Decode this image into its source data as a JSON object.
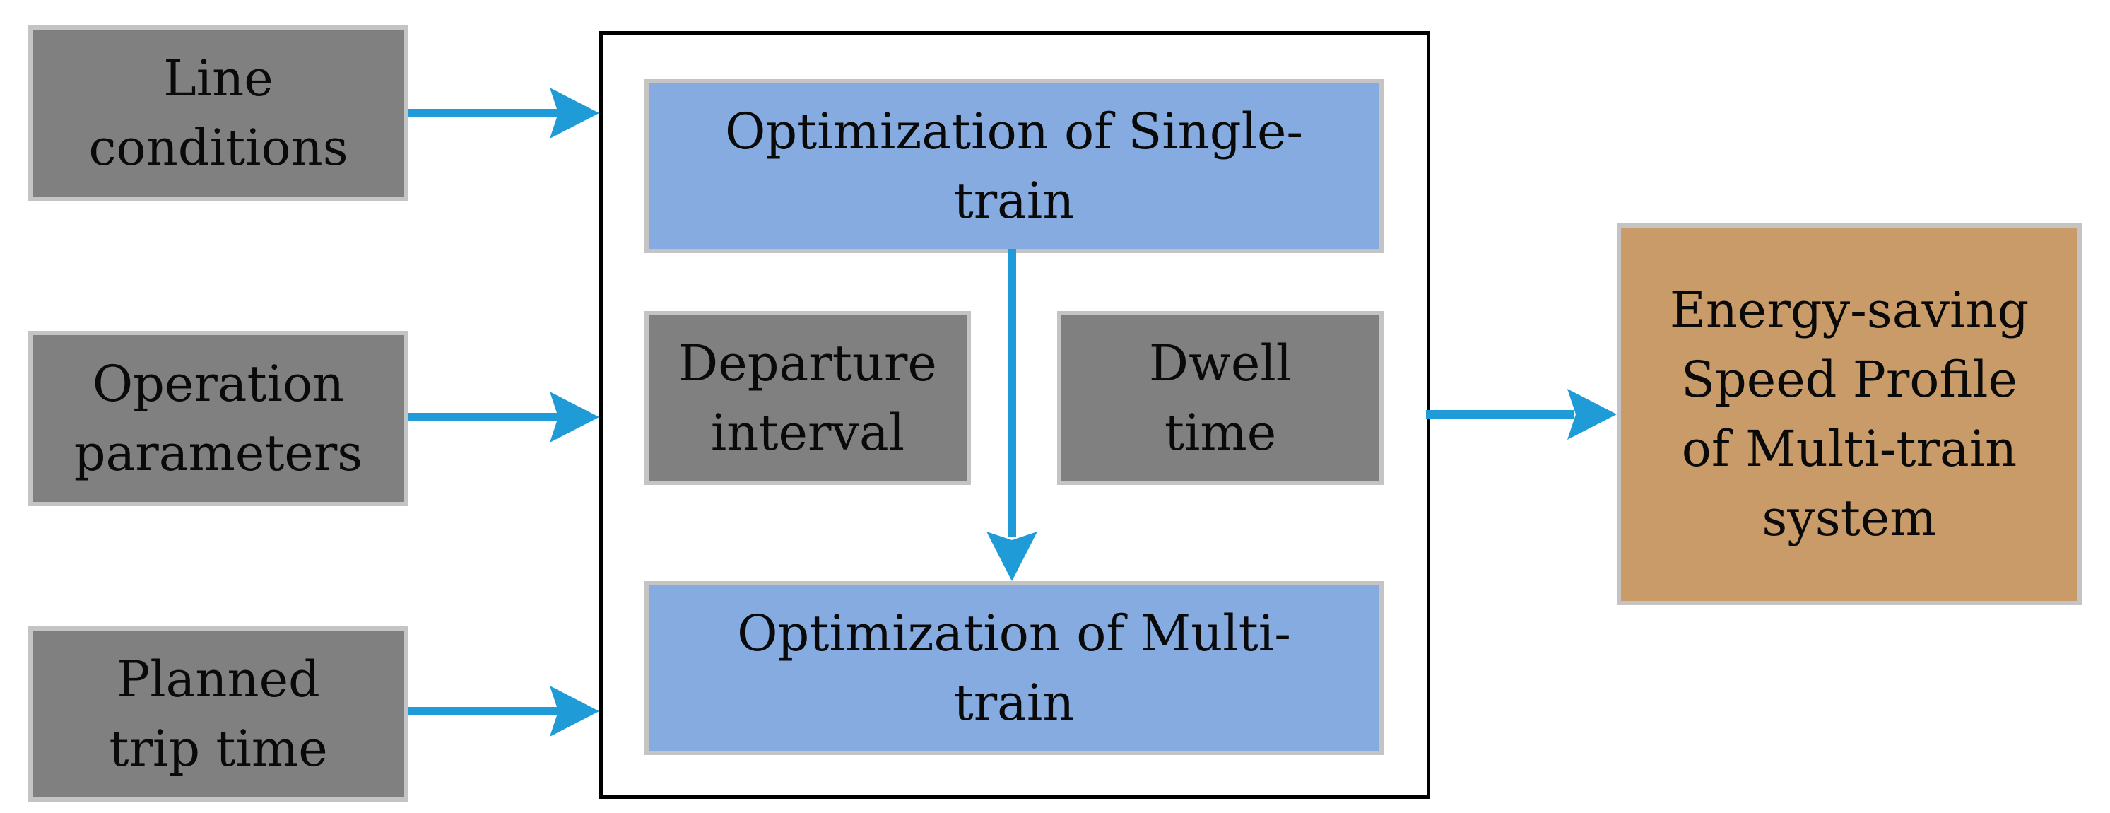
{
  "inputs": {
    "line_conditions": "Line\nconditions",
    "operation_parameters": "Operation\nparameters",
    "planned_trip_time": "Planned\ntrip time"
  },
  "core": {
    "single_train": "Optimization of Single-\ntrain",
    "departure_interval": "Departure\ninterval",
    "dwell_time": "Dwell\ntime",
    "multi_train": "Optimization of Multi-\ntrain"
  },
  "output": {
    "speed_profile": "Energy-saving\nSpeed Profile\nof  Multi-train\nsystem"
  },
  "colors": {
    "arrow": "#1f9bd7",
    "input_box": "#808080",
    "optimization_box": "#86abe0",
    "output_box": "#c89b68",
    "box_border": "#c4c4c4"
  }
}
